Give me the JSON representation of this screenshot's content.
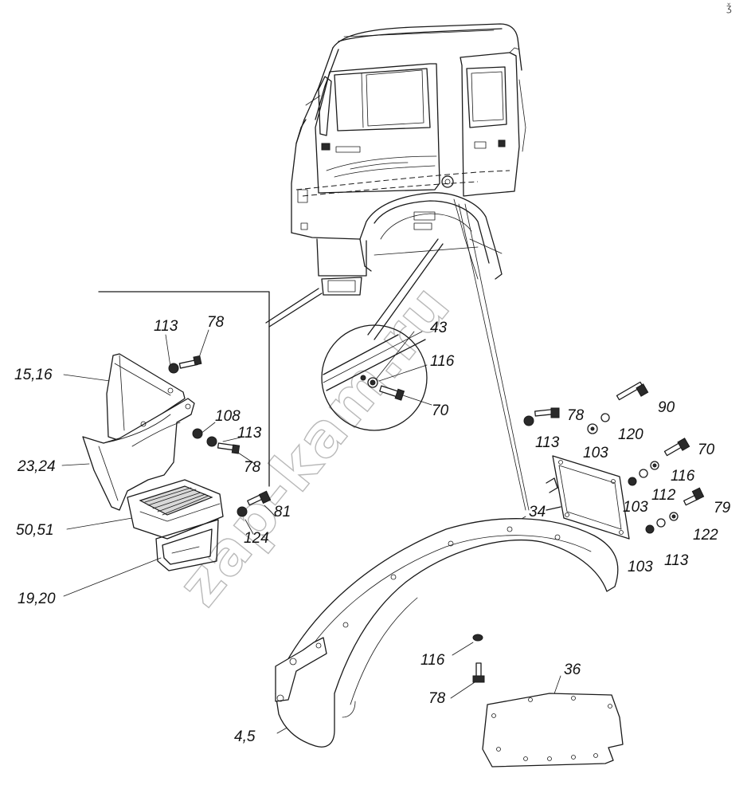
{
  "watermark": "zap-kam.ru",
  "corner_mark": "ǯ",
  "labels": {
    "l_113_a": "113",
    "l_78_a": "78",
    "l_15_16": "15,16",
    "l_108": "108",
    "l_113_b": "113",
    "l_78_b": "78",
    "l_23_24": "23,24",
    "l_81": "81",
    "l_124": "124",
    "l_50_51": "50,51",
    "l_19_20": "19,20",
    "l_43": "43",
    "l_116_a": "116",
    "l_70_a": "70",
    "l_34": "34",
    "l_78_c": "78",
    "l_90": "90",
    "l_113_c": "113",
    "l_120": "120",
    "l_103_a": "103",
    "l_70_b": "70",
    "l_116_b": "116",
    "l_103_b": "103",
    "l_112": "112",
    "l_79": "79",
    "l_122": "122",
    "l_103_c": "103",
    "l_113_d": "113",
    "l_116_c": "116",
    "l_78_d": "78",
    "l_36": "36",
    "l_4_5": "4,5"
  }
}
